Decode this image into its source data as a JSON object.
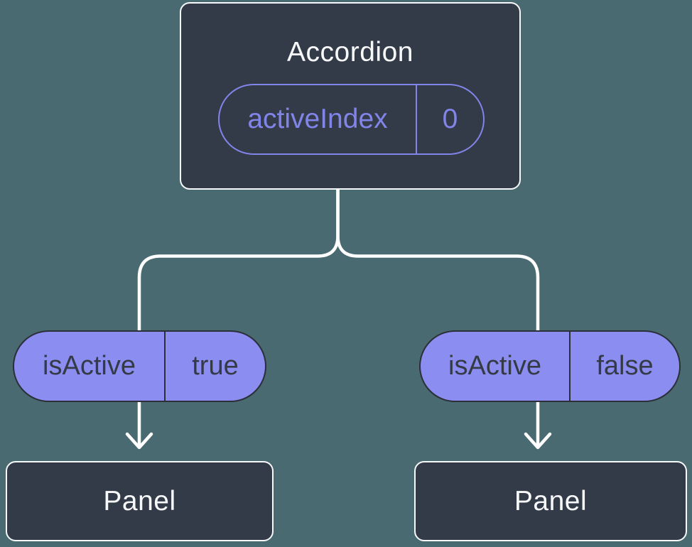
{
  "diagram": {
    "type": "react-component-tree",
    "colors": {
      "background": "#4A6A72",
      "node_fill": "#343B48",
      "node_border": "#F7F8FA",
      "node_text": "#F7F8FA",
      "state_accent_purple": "#8184E9",
      "prop_pill_fill": "#8B8DF0",
      "prop_pill_border": "#2A2F38",
      "prop_pill_text": "#343A46",
      "connector": "#FFFFFF"
    }
  },
  "root_node": {
    "title": "Accordion",
    "state_pill": {
      "label": "activeIndex",
      "value": "0"
    }
  },
  "children": [
    {
      "prop_pill": {
        "label": "isActive",
        "value": "true"
      },
      "node": {
        "title": "Panel"
      }
    },
    {
      "prop_pill": {
        "label": "isActive",
        "value": "false"
      },
      "node": {
        "title": "Panel"
      }
    }
  ]
}
